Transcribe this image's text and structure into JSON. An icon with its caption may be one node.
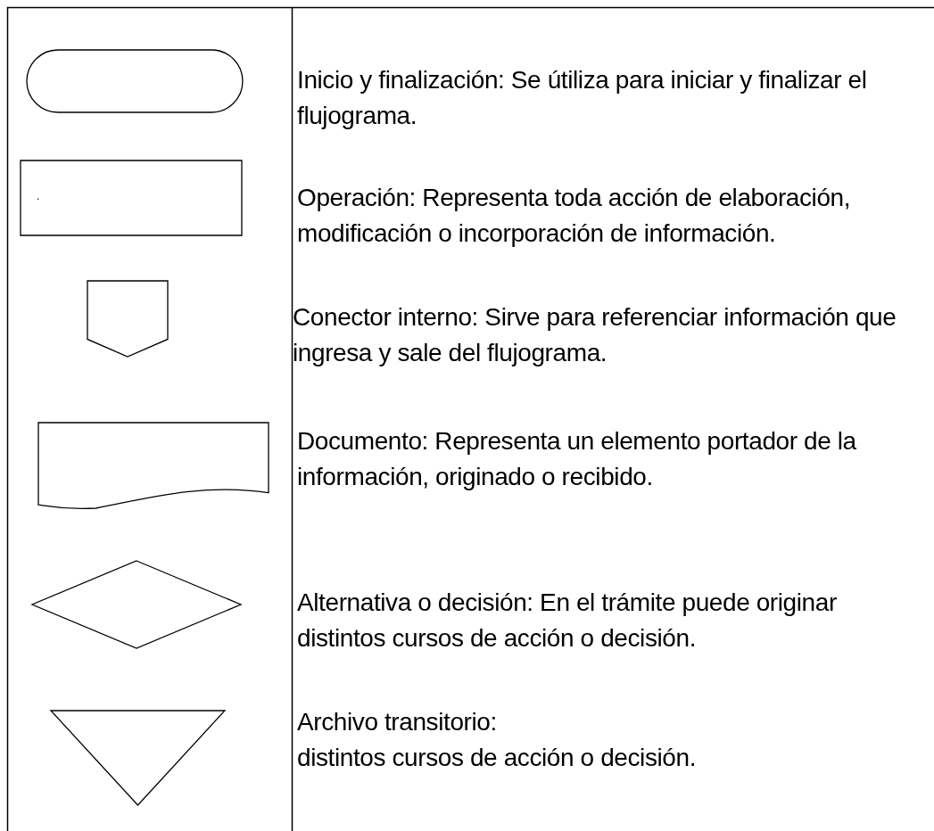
{
  "diagram": {
    "nodes": [
      {
        "text": [],
        "shape": "pill",
        "beside": [
          "Inicio y finalización: Se útiliza para iniciar y finalizar el flujograma."
        ]
      },
      {
        "text": [
          "."
        ],
        "beside": [
          "Operación: Representa toda acción de elaboración, modificación o incorporación de información."
        ]
      },
      {
        "text": [],
        "shape": "pentagon"
      },
      {
        "text": [],
        "shape": "document",
        "beside": [
          "Documento: Representa un elemento portador de la información, originado o recibido."
        ]
      },
      {
        "text": [],
        "shape": "diamond",
        "beside": [
          "Alternativa o decisión: En el trámite puede originar distintos cursos de acción o decisión."
        ]
      },
      {
        "text": [],
        "shape": "triangle",
        "beside": [
          "Archivo transitorio:",
          "distintos cursos de acción o decisión."
        ]
      }
    ],
    "labels": [
      "Conector interno: Sirve para referenciar información que ingresa y sale del flujograma."
    ]
  }
}
